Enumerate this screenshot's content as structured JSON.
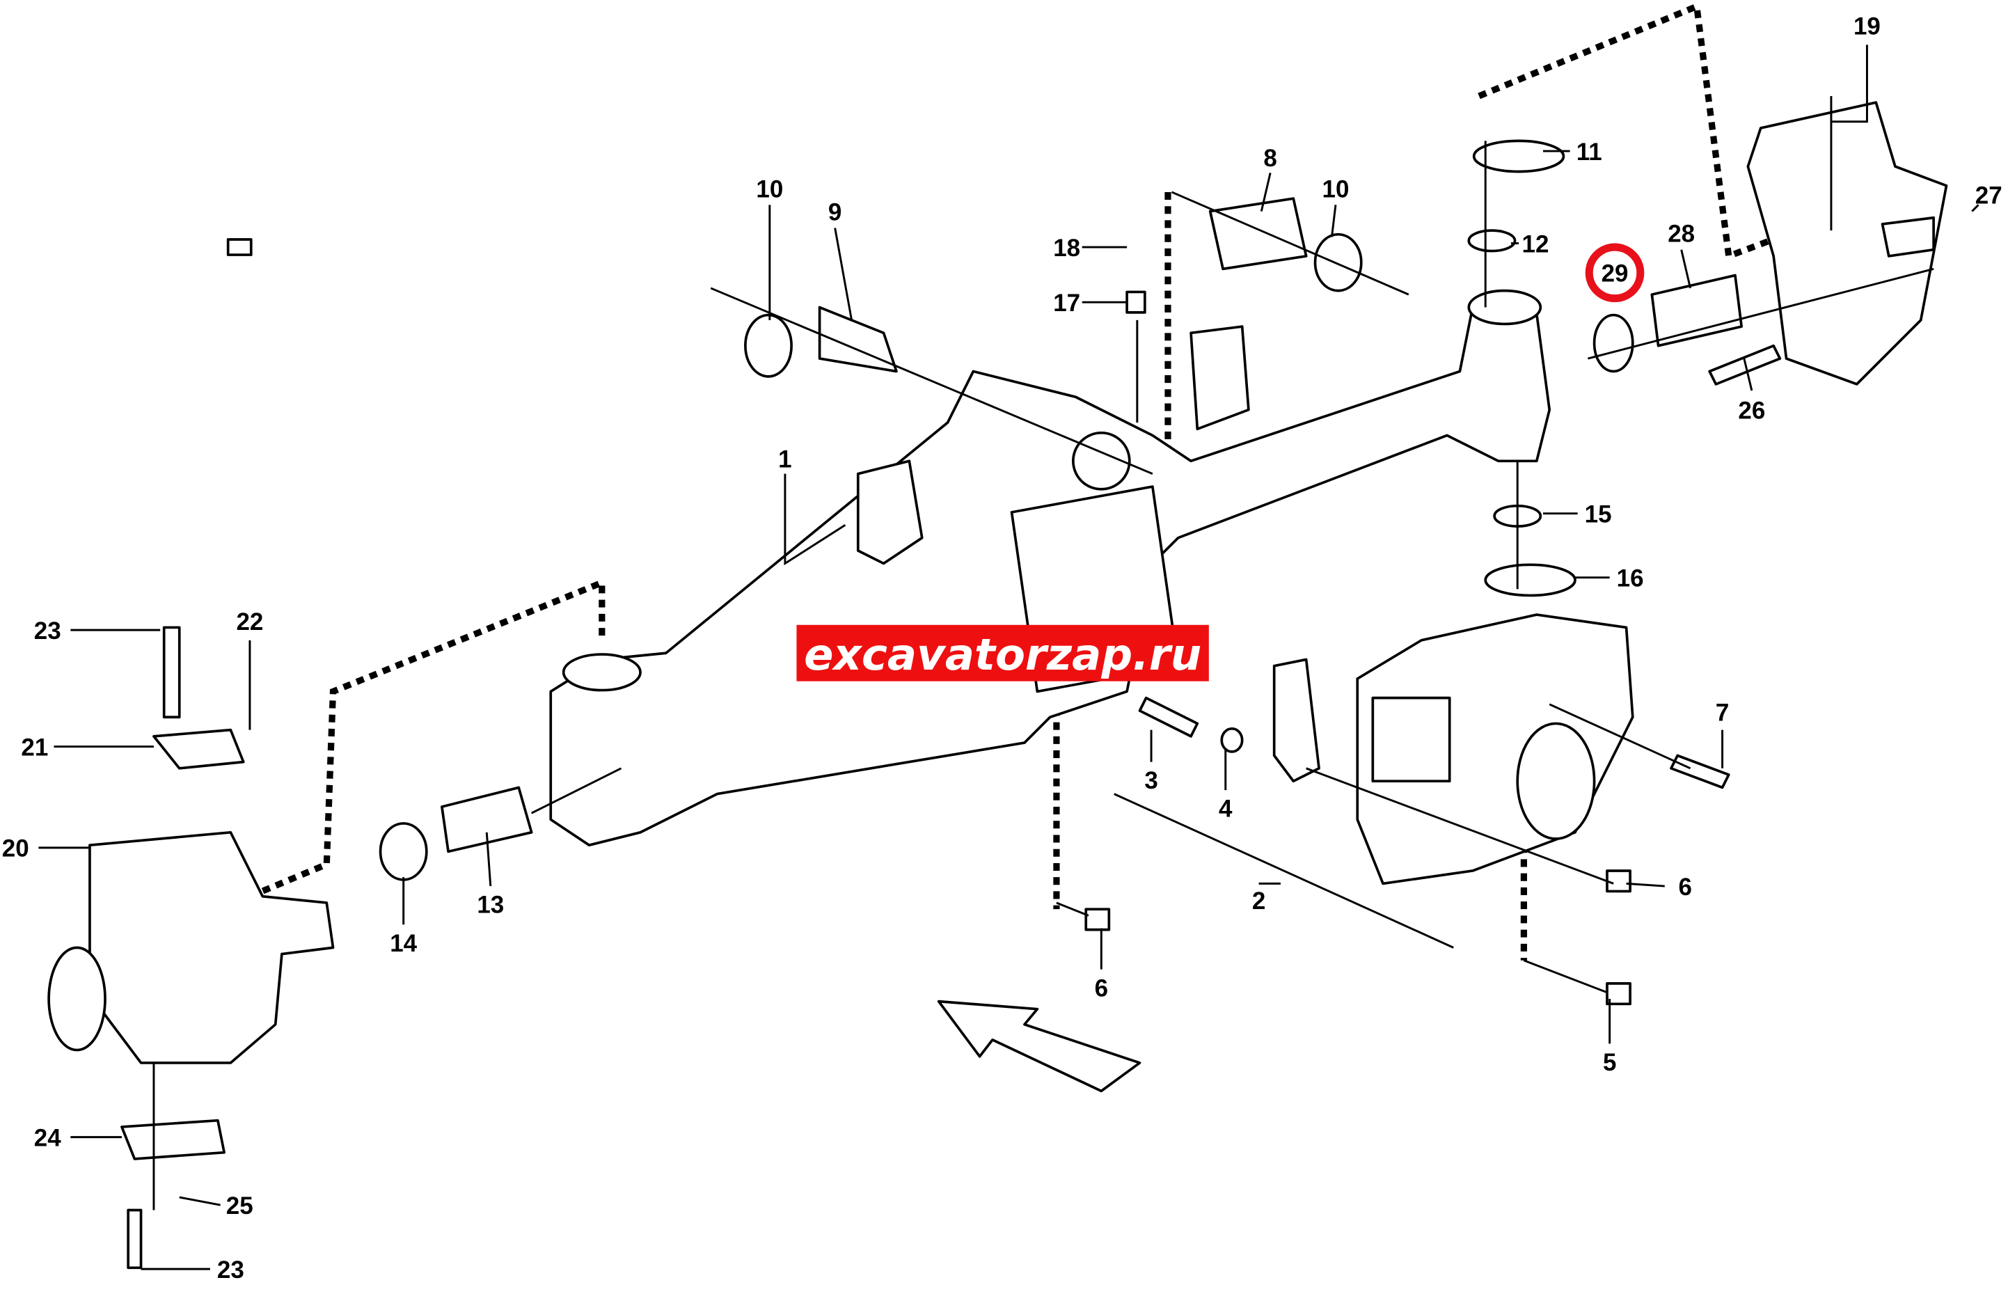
{
  "diagram": {
    "watermark": "excavatorzap.ru",
    "highlight_color": "#e8101a",
    "highlighted_part": "29",
    "callouts": [
      "10",
      "9",
      "8",
      "10",
      "11",
      "12",
      "29",
      "28",
      "19",
      "27",
      "26",
      "18",
      "17",
      "1",
      "15",
      "16",
      "23",
      "22",
      "21",
      "20",
      "7",
      "3",
      "4",
      "2",
      "6",
      "13",
      "14",
      "6",
      "5",
      "24",
      "25",
      "23"
    ]
  }
}
